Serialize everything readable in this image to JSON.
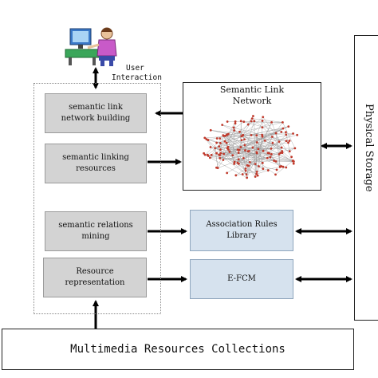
{
  "user_interaction": {
    "label_line1": "User",
    "label_line2": "Interaction"
  },
  "left_panel": {
    "items": [
      {
        "line1": "semantic link",
        "line2": "network building"
      },
      {
        "line1": "semantic linking",
        "line2": "resources"
      },
      {
        "line1": "semantic relations",
        "line2": "mining"
      },
      {
        "line1": "Resource",
        "line2": "representation"
      }
    ]
  },
  "semantic_link_network": {
    "title_line1": "Semantic Link",
    "title_line2": "Network"
  },
  "middle_boxes": {
    "association_rules_line1": "Association Rules",
    "association_rules_line2": "Library",
    "efcm": "E-FCM"
  },
  "physical_storage": {
    "label": "Physical Storage"
  },
  "bottom": {
    "collections": "Multimedia Resources Collections"
  },
  "colors": {
    "gray_box": "#d3d3d3",
    "blue_box": "#d6e2ee",
    "arrow": "#000000"
  },
  "icons": {
    "user": "computer-user-icon"
  }
}
